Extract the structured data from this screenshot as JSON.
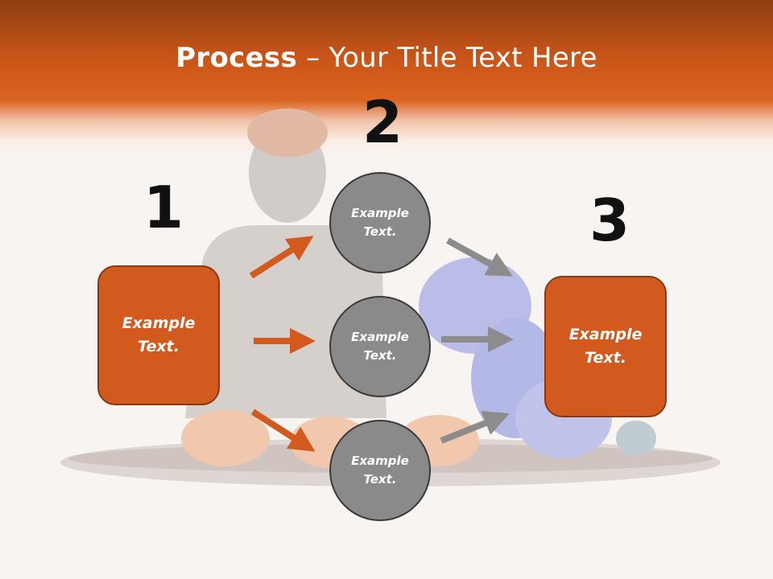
{
  "title": {
    "bold": "Process",
    "rest": " – Your Title Text Here"
  },
  "steps": [
    {
      "number": "1",
      "text": "Example Text."
    },
    {
      "number": "2",
      "text": ""
    },
    {
      "number": "3",
      "text": "Example Text."
    }
  ],
  "circles": [
    "Example Text.",
    "Example Text.",
    "Example Text."
  ],
  "colors": {
    "accent": "#d35a1f",
    "circle": "#8a8a8a",
    "arrow_orange": "#d35a1f",
    "arrow_gray": "#8c8c8c"
  }
}
